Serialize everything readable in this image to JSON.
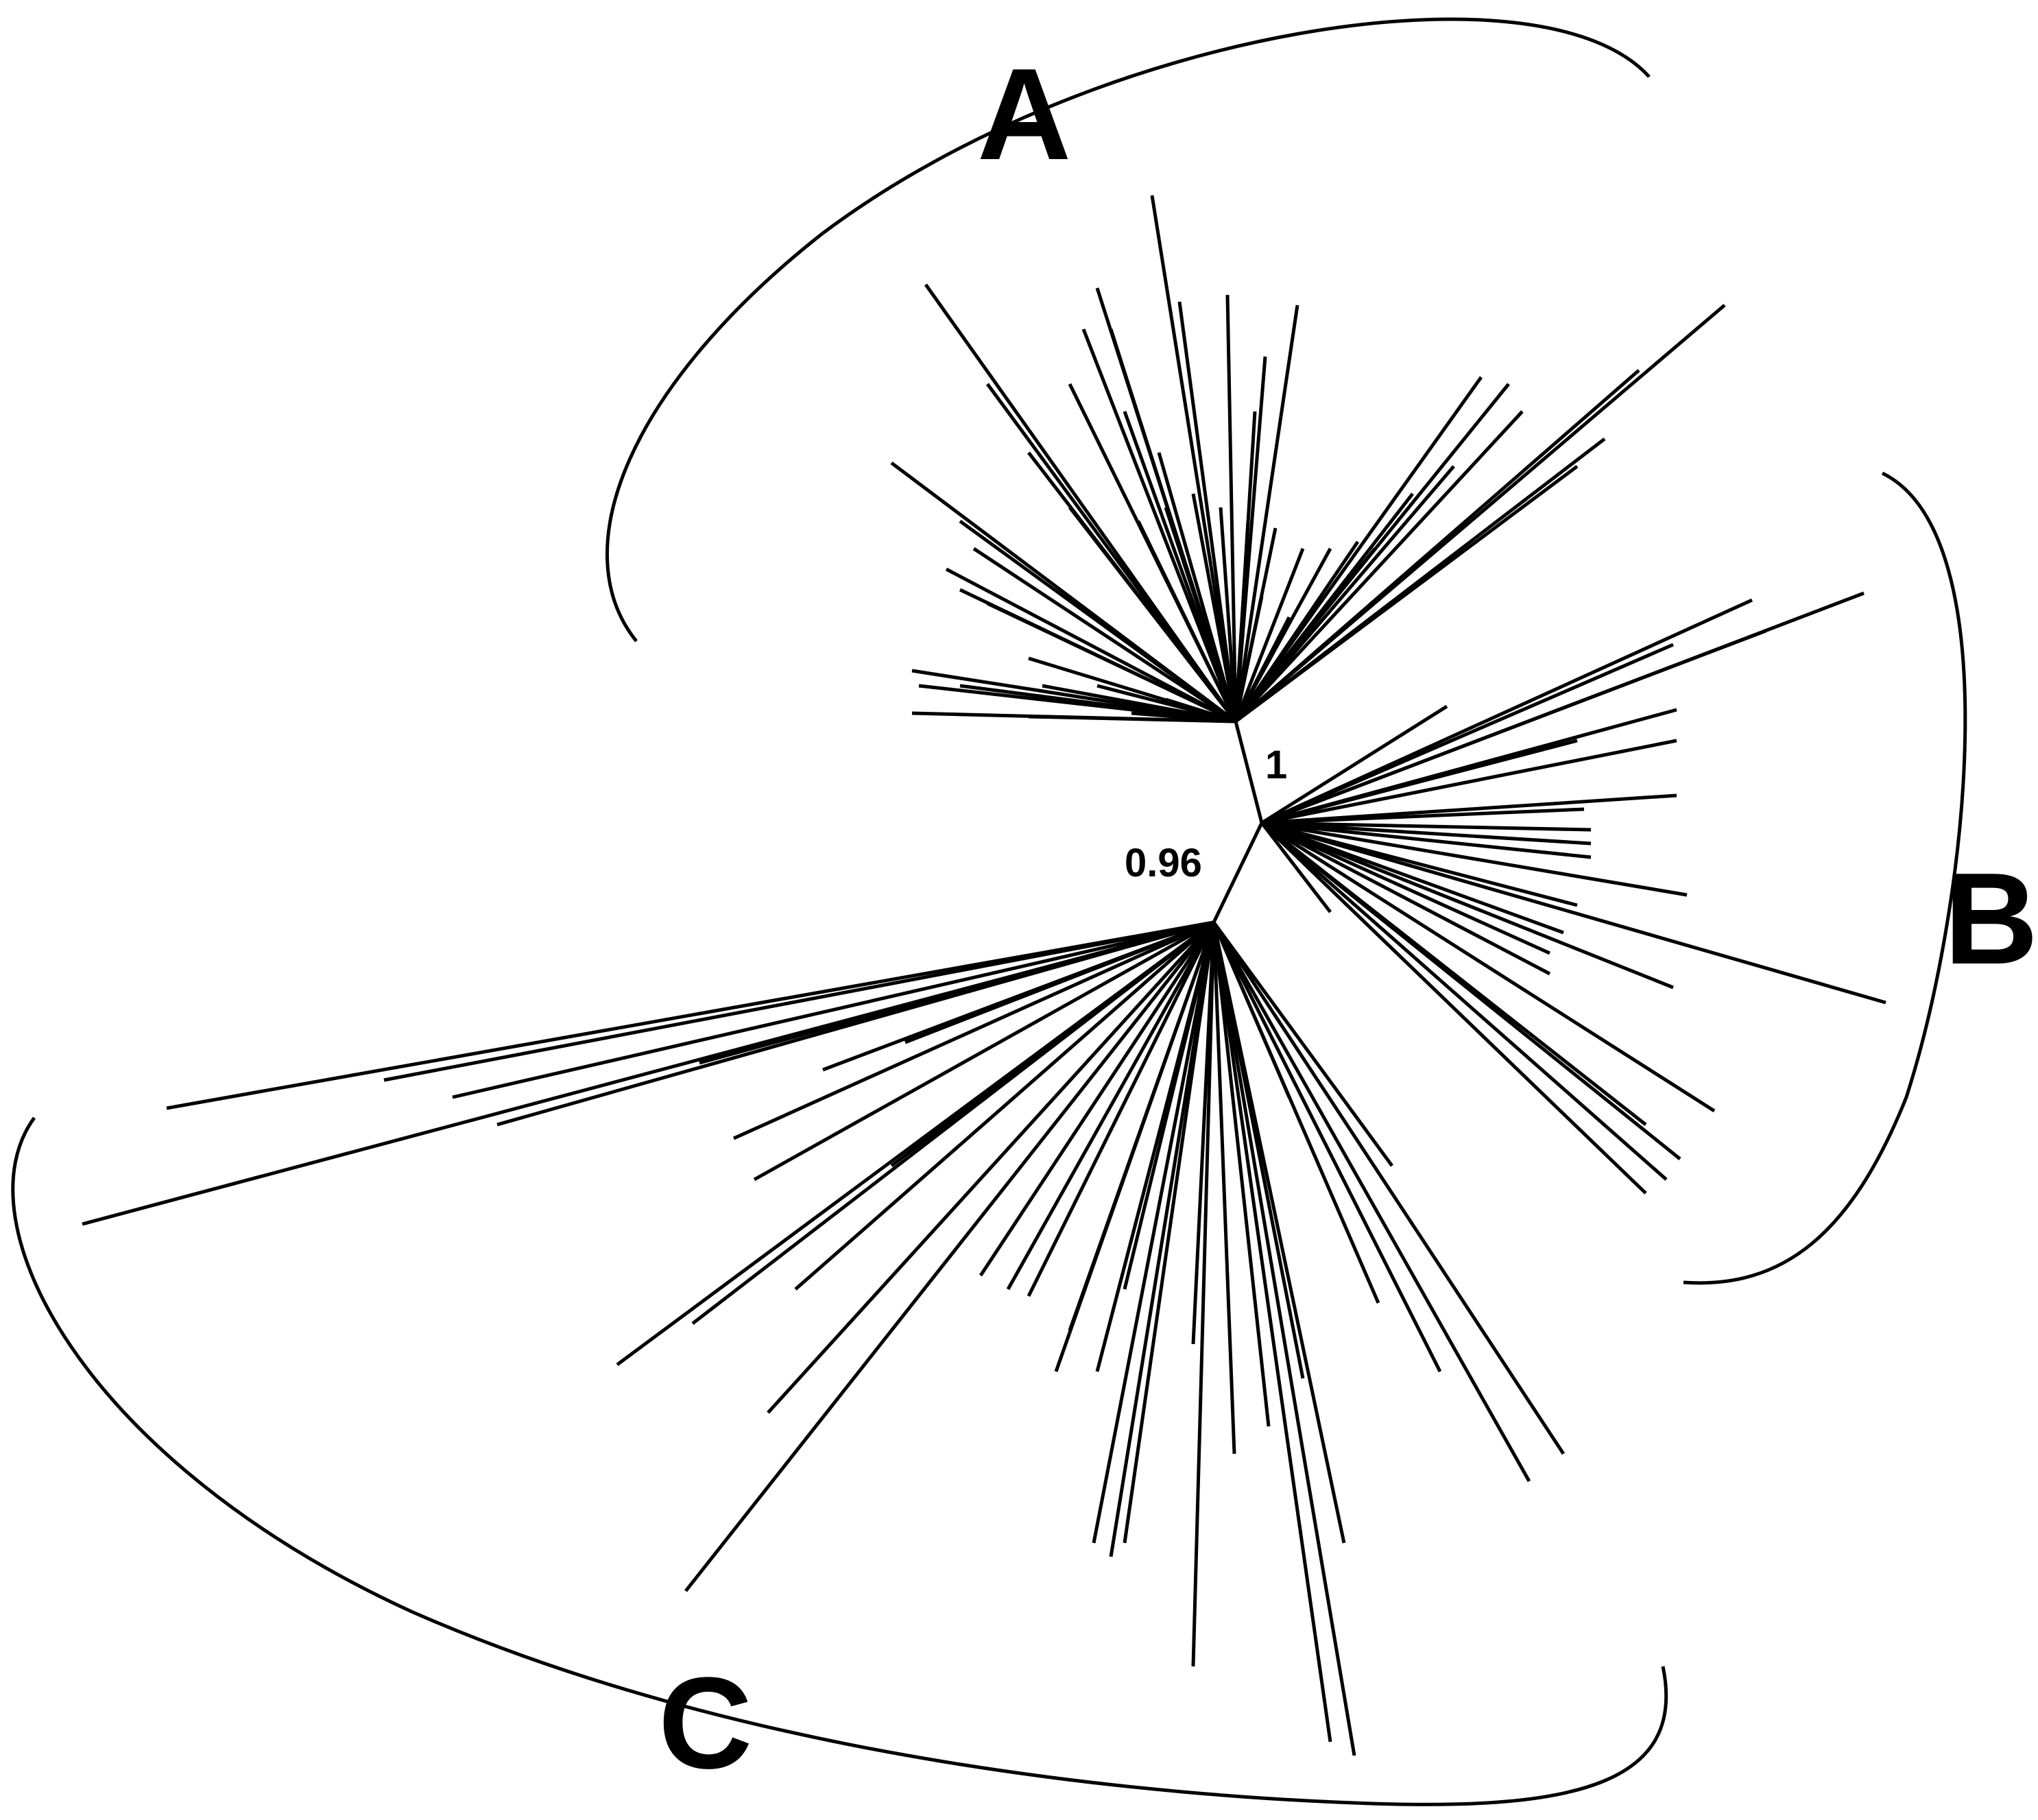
{
  "diagram": {
    "type": "unrooted-phylogenetic-tree",
    "clades": [
      {
        "id": "A",
        "label": "A"
      },
      {
        "id": "B",
        "label": "B"
      },
      {
        "id": "C",
        "label": "C"
      }
    ],
    "support_values": [
      {
        "id": "node-ab",
        "label": "1"
      },
      {
        "id": "node-bc",
        "label": "0.96"
      }
    ],
    "colors": {
      "ink": "#000000",
      "background": "#ffffff"
    }
  }
}
